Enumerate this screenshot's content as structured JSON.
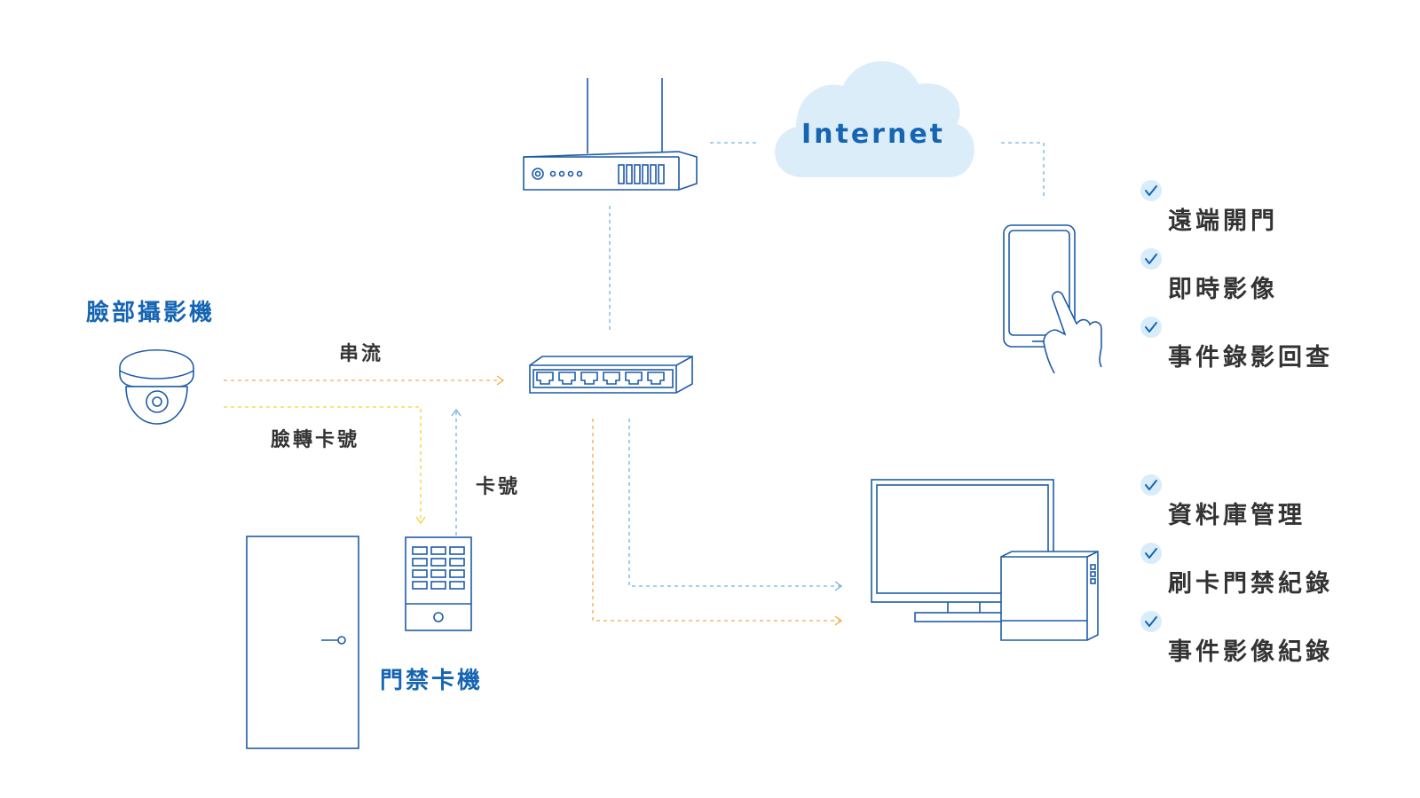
{
  "cloud": {
    "label": "Internet"
  },
  "devices": {
    "face_camera": "臉部攝影機",
    "access_reader": "門禁卡機"
  },
  "flows": {
    "stream": "串流",
    "face_to_card": "臉轉卡號",
    "card_number": "卡號"
  },
  "mobile_features": [
    "遠端開門",
    "即時影像",
    "事件錄影回查"
  ],
  "pc_features": [
    "資料庫管理",
    "刷卡門禁紀錄",
    "事件影像紀錄"
  ],
  "colors": {
    "primary": "#1565b3",
    "outline": "#1e5ba8",
    "dash_blue": "#6fb3e0",
    "dash_yellow": "#f5d23a",
    "dash_orange": "#f7a94a",
    "cloud": "#dcedfa"
  }
}
